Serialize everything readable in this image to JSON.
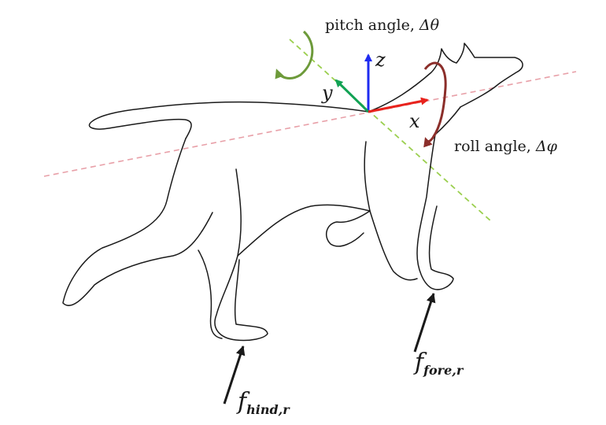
{
  "labels": {
    "pitch_text": "pitch angle, ",
    "pitch_symbol": "Δθ",
    "roll_text": "roll angle, ",
    "roll_symbol": "Δφ",
    "axis_x": "x",
    "axis_y": "y",
    "axis_z": "z",
    "force_fore_main": "f",
    "force_fore_sub": "fore,r",
    "force_hind_main": "f",
    "force_hind_sub": "hind,r"
  },
  "colors": {
    "x_axis": "#e8221c",
    "y_axis": "#12a254",
    "z_axis": "#1f2bf0",
    "pitch_arrow": "#6d9a3a",
    "roll_arrow": "#8b2e2a",
    "roll_line": "#e8a0a8",
    "pitch_line": "#9bcf4f",
    "outline": "#1a1a1a"
  },
  "icons": {
    "pitch_rotation": "curved-rotation-arrow-icon",
    "roll_rotation": "curved-rotation-arrow-icon"
  }
}
